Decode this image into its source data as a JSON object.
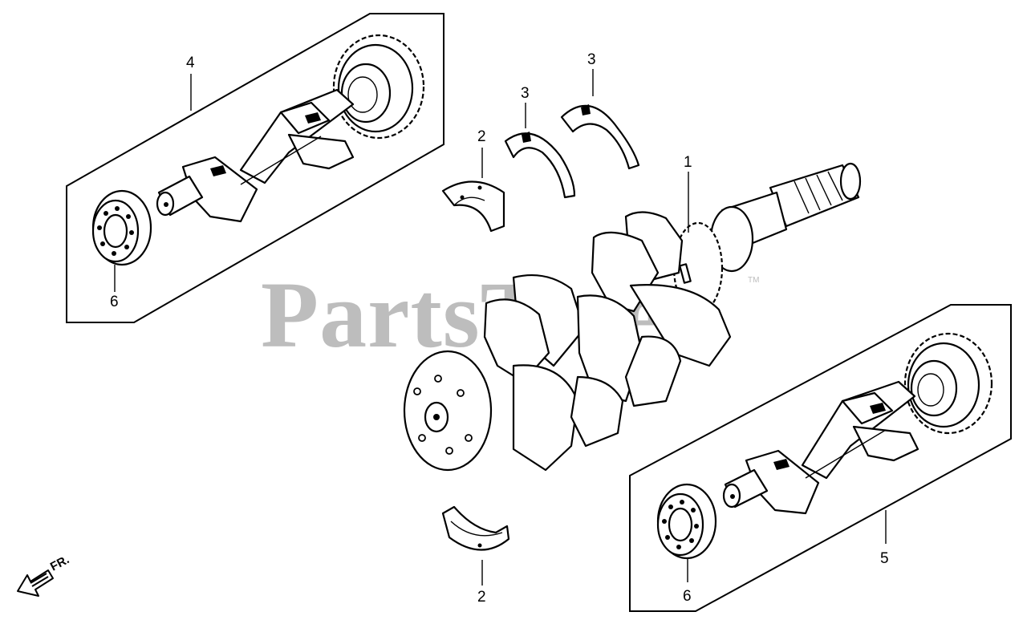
{
  "watermark": {
    "text": "PartsTree",
    "trademark": "TM"
  },
  "direction_label": "FR.",
  "callouts": [
    {
      "id": "crankshaft",
      "number": "1"
    },
    {
      "id": "bearing-upper",
      "number": "2"
    },
    {
      "id": "bearing-lower",
      "number": "2"
    },
    {
      "id": "thrust-washer-left",
      "number": "3"
    },
    {
      "id": "thrust-washer-right",
      "number": "3"
    },
    {
      "id": "balancer-shaft-upper",
      "number": "4"
    },
    {
      "id": "balancer-shaft-lower",
      "number": "5"
    },
    {
      "id": "ball-bearing-upper",
      "number": "6"
    },
    {
      "id": "ball-bearing-lower",
      "number": "6"
    }
  ]
}
